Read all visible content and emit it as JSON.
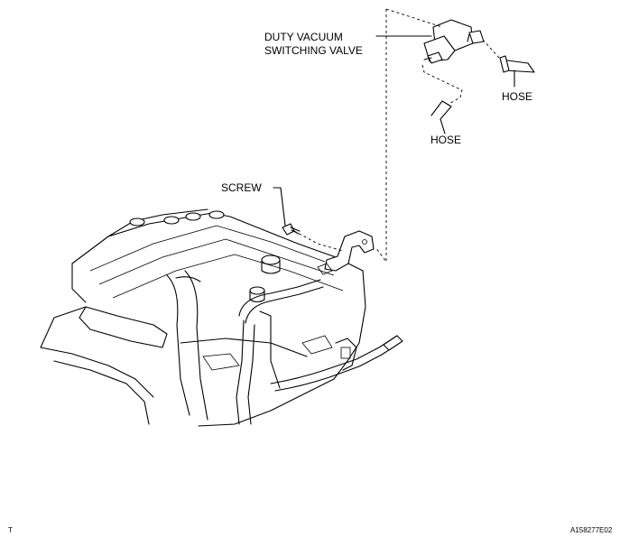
{
  "labels": {
    "valve_line1": "DUTY VACUUM",
    "valve_line2": "SWITCHING VALVE",
    "hose_right": "HOSE",
    "hose_left": "HOSE",
    "screw": "SCREW"
  },
  "footer": {
    "left_mark": "T",
    "figure_code": "A158277E02"
  }
}
